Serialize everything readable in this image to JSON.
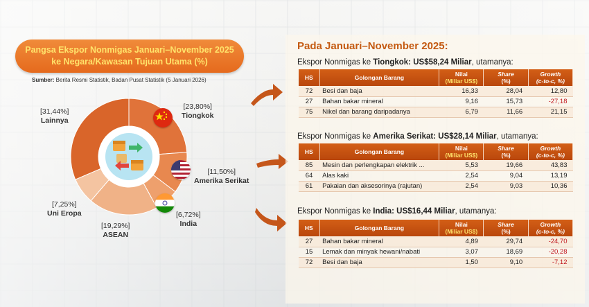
{
  "header": {
    "line1": "Pangsa Ekspor Nonmigas Januari–November 2025",
    "line2_prefix": "ke Negara/Kawasan Tujuan Utama ",
    "line2_unit": "(%)"
  },
  "source": {
    "label": "Sumber:",
    "text": " Berita Resmi Statistik, Badan Pusat Statistik (5 Januari 2026)"
  },
  "chart_data": {
    "type": "pie",
    "title": "Pangsa Ekspor Nonmigas Januari–November 2025 ke Negara/Kawasan Tujuan Utama (%)",
    "categories": [
      "Tiongkok",
      "Amerika Serikat",
      "India",
      "ASEAN",
      "Uni Eropa",
      "Lainnya"
    ],
    "values": [
      23.8,
      11.5,
      6.72,
      19.29,
      7.25,
      31.44
    ],
    "value_labels": [
      "[23,80%]",
      "[11,50%]",
      "[6,72%]",
      "[19,29%]",
      "[7,25%]",
      "[31,44%]"
    ],
    "colors": [
      "#e0733a",
      "#e8884f",
      "#eea06d",
      "#f0b287",
      "#f4c4a1",
      "#d9652a"
    ],
    "donut": true
  },
  "flags": {
    "china": "china-flag-icon",
    "usa": "usa-flag-icon",
    "india": "india-flag-icon"
  },
  "center_icon": "trade-boxes-exchange-icon",
  "panel": {
    "title": "Pada Januari–November 2025:",
    "columns": {
      "hs": "HS",
      "goods": "Golongan Barang",
      "value": "Nilai",
      "value_unit": "(Miliar US$)",
      "share": "Share",
      "share_unit": "(%)",
      "growth": "Growth",
      "growth_unit": "(c-to-c, %)"
    },
    "sections": [
      {
        "prefix": "Ekspor Nonmigas ke ",
        "country": "Tiongkok",
        "amount": ": US$58,24 Miliar",
        "suffix": ", utamanya:",
        "rows": [
          {
            "hs": "72",
            "name": "Besi dan baja",
            "value": "16,33",
            "share": "28,04",
            "growth": "12,80"
          },
          {
            "hs": "27",
            "name": "Bahan bakar mineral",
            "value": "9,16",
            "share": "15,73",
            "growth": "-27,18"
          },
          {
            "hs": "75",
            "name": "Nikel dan barang daripadanya",
            "value": "6,79",
            "share": "11,66",
            "growth": "21,15"
          }
        ]
      },
      {
        "prefix": "Ekspor Nonmigas ke ",
        "country": "Amerika Serikat",
        "amount": ": US$28,14 Miliar",
        "suffix": ", utamanya:",
        "rows": [
          {
            "hs": "85",
            "name": "Mesin dan perlengkapan elektrik ...",
            "value": "5,53",
            "share": "19,66",
            "growth": "43,83"
          },
          {
            "hs": "64",
            "name": "Alas kaki",
            "value": "2,54",
            "share": "9,04",
            "growth": "13,19"
          },
          {
            "hs": "61",
            "name": "Pakaian dan aksesorinya (rajutan)",
            "value": "2,54",
            "share": "9,03",
            "growth": "10,36"
          }
        ]
      },
      {
        "prefix": "Ekspor Nonmigas ke ",
        "country": "India",
        "amount": ": US$16,44 Miliar",
        "suffix": ", utamanya:",
        "rows": [
          {
            "hs": "27",
            "name": "Bahan bakar mineral",
            "value": "4,89",
            "share": "29,74",
            "growth": "-24,70"
          },
          {
            "hs": "15",
            "name": "Lemak dan minyak hewani/nabati",
            "value": "3,07",
            "share": "18,69",
            "growth": "-20,28"
          },
          {
            "hs": "72",
            "name": "Besi dan baja",
            "value": "1,50",
            "share": "9,10",
            "growth": "-7,12"
          }
        ]
      }
    ]
  }
}
